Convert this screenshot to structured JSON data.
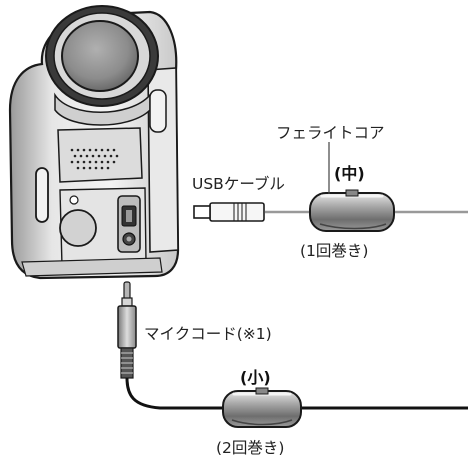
{
  "labels": {
    "ferrite_core": "フェライトコア",
    "usb_cable": "USBケーブル",
    "size_medium": "(中)",
    "turns_one": "(1回巻き)",
    "mic_cord": "マイクコード(※1)",
    "size_small": "(小)",
    "turns_two": "(2回巻き)"
  }
}
